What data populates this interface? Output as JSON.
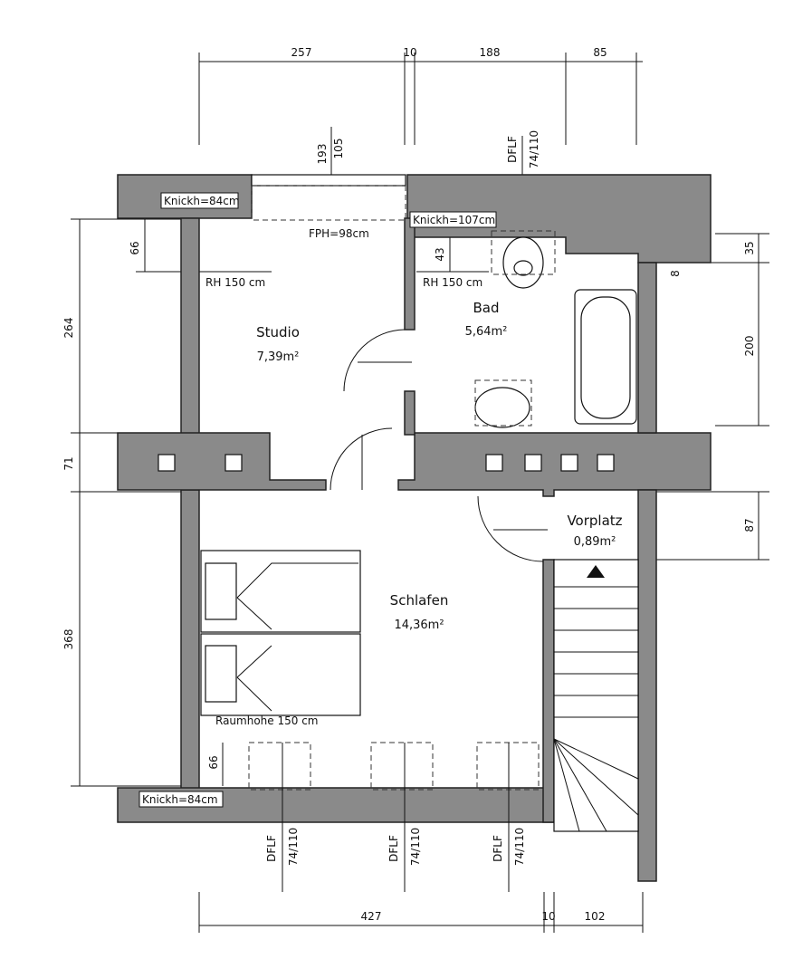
{
  "dimensions": {
    "top": [
      "257",
      "10",
      "188",
      "85"
    ],
    "top_window": [
      "193",
      "105"
    ],
    "left": [
      "264",
      "71",
      "368"
    ],
    "left_small_top": "66",
    "left_small_bottom": "66",
    "right": [
      "35",
      "200",
      "87"
    ],
    "right_small": "8",
    "bad_small": "43",
    "bottom": [
      "427",
      "10",
      "102"
    ]
  },
  "rooms": {
    "studio": {
      "name": "Studio",
      "area": "7,39m²"
    },
    "bad": {
      "name": "Bad",
      "area": "5,64m²"
    },
    "vorplatz": {
      "name": "Vorplatz",
      "area": "0,89m²"
    },
    "schlafen": {
      "name": "Schlafen",
      "area": "14,36m²"
    }
  },
  "notes": {
    "knickh_top_left": "Knickh=84cm",
    "knickh_bad": "Knickh=107cm",
    "fph": "FPH=98cm",
    "rh_studio": "RH 150 cm",
    "rh_bad": "RH 150 cm",
    "raumhohe": "Raumhohe 150 cm",
    "knickh_bottom": "Knickh=84cm"
  },
  "windows": {
    "top": {
      "type": "DFLF",
      "size": "74/110"
    },
    "bottom_1": {
      "type": "DFLF",
      "size": "74/110"
    },
    "bottom_2": {
      "type": "DFLF",
      "size": "74/110"
    },
    "bottom_3": {
      "type": "DFLF",
      "size": "74/110"
    }
  }
}
